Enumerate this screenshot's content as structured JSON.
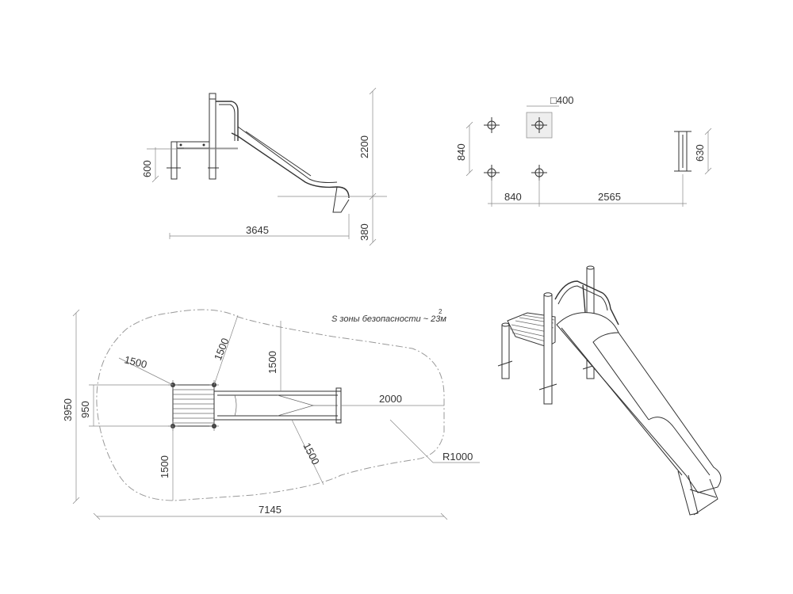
{
  "dimensions": {
    "side_height": "2200",
    "side_platform_height": "600",
    "side_length": "3645",
    "side_slide_exit": "380",
    "plan_post_spacing_v": "840",
    "plan_post_spacing_h": "840",
    "plan_footing": "□400",
    "plan_offset": "2565",
    "plan_end_post": "630",
    "zone_radius_1": "1500",
    "zone_radius_2": "1500",
    "zone_height_1": "1500",
    "zone_height_2": "1500",
    "zone_height_3": "1500",
    "zone_exit": "2000",
    "zone_corner_radius": "R1000",
    "zone_total_width": "7145",
    "zone_total_height": "3950",
    "zone_inner_height": "950"
  },
  "zone_label": {
    "text": "S зоны безопасности ~ 23м",
    "superscript": "2"
  },
  "colors": {
    "line": "#333333",
    "dimension": "#888888",
    "zone": "#999999",
    "background": "#ffffff"
  }
}
